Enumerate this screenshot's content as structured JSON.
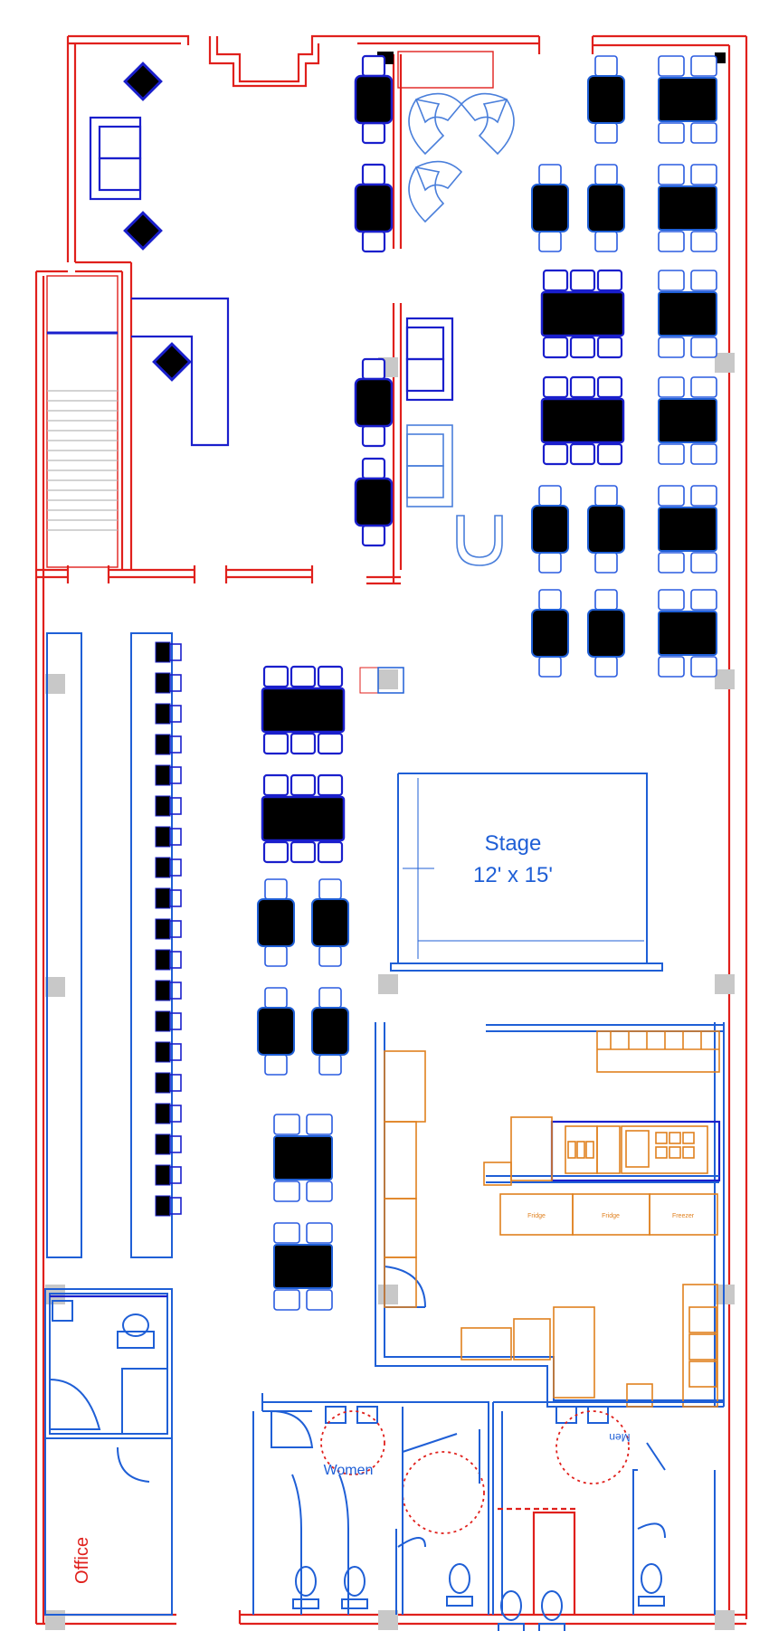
{
  "labels": {
    "stage_title": "Stage",
    "stage_size": "12' x 15'",
    "women": "Women",
    "men": "Men",
    "office": "Office"
  },
  "kitchen_labels": {
    "fridge1": "Fridge",
    "fridge2": "Fridge",
    "freezer": "Freezer"
  },
  "colors": {
    "walls": "#e0201c",
    "furniture": "#1f5fd6",
    "tables": "#000000",
    "kitchen": "#e0801e",
    "columns": "#c8c8c8"
  }
}
